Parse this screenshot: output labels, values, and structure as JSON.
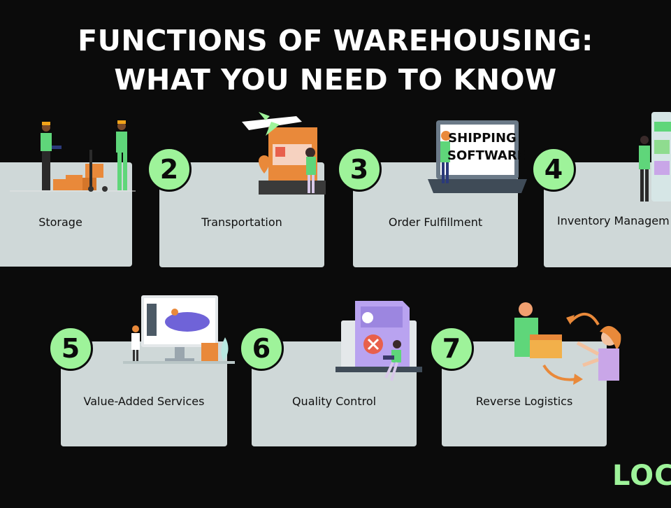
{
  "header": {
    "title_line1": "FUNCTIONS OF WAREHOUSING:",
    "title_line2": "WHAT YOU NEED TO KNOW"
  },
  "cards": [
    {
      "number": "",
      "label": "Storage"
    },
    {
      "number": "2",
      "label": "Transportation"
    },
    {
      "number": "3",
      "label": "Order Fulfillment"
    },
    {
      "number": "4",
      "label": "Inventory Managem"
    },
    {
      "number": "5",
      "label": "Value-Added Services"
    },
    {
      "number": "6",
      "label": "Quality Control"
    },
    {
      "number": "7",
      "label": "Reverse Logistics"
    }
  ],
  "illustrations": {
    "laptop_screen_line1": "SHIPPING",
    "laptop_screen_line2": "SOFTWARE"
  },
  "brand": {
    "logo_text": "LOC"
  },
  "colors": {
    "background": "#0b0b0b",
    "card": "#cfd8d8",
    "accent_green": "#9ef39a",
    "box_orange": "#e9893a"
  }
}
